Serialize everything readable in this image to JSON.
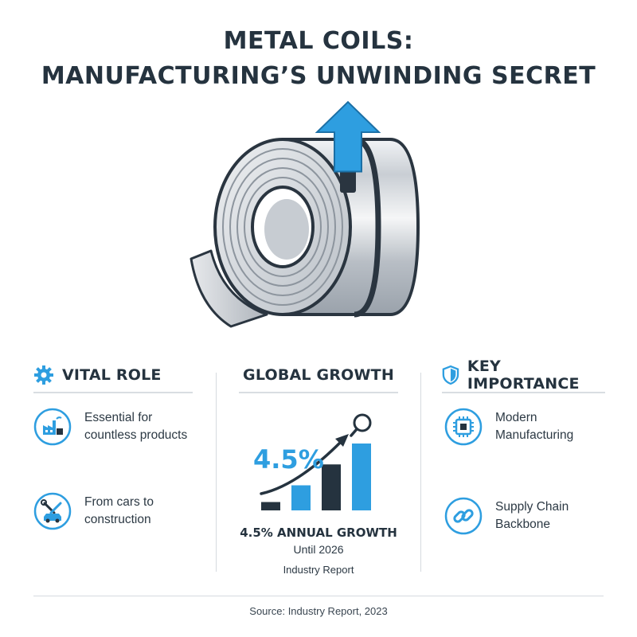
{
  "title": {
    "line1": "METAL COILS:",
    "line2": "MANUFACTURING’S UNWINDING SECRET"
  },
  "hero": {
    "icon": "steel-coil-with-up-arrow",
    "accent": "#2e9ee0"
  },
  "left": {
    "heading": "VITAL ROLE",
    "heading_icon": "gear-icon",
    "items": [
      {
        "icon": "factory-icon",
        "text_line1": "Essential for",
        "text_line2": "countless products"
      },
      {
        "icon": "tools-car-icon",
        "text_line1": "From cars to",
        "text_line2": "construction"
      }
    ]
  },
  "middle": {
    "heading": "GLOBAL GROWTH",
    "big_value": "4.5%",
    "caption_line1": "4.5% ANNUAL GROWTH",
    "caption_line2": "Until 2026",
    "caption_line3": "Industry Report",
    "chart_data": {
      "type": "bar",
      "categories": [
        "",
        "",
        "",
        ""
      ],
      "values": [
        1,
        3,
        5.5,
        8
      ],
      "colors": [
        "#25333f",
        "#2e9ee0",
        "#25333f",
        "#2e9ee0"
      ],
      "ylim": [
        0,
        10
      ],
      "trend": "up",
      "annotation": "4.5%"
    }
  },
  "right": {
    "heading": "KEY IMPORTANCE",
    "heading_icon": "shield-icon",
    "items": [
      {
        "icon": "chip-icon",
        "text_line1": "Modern",
        "text_line2": "Manufacturing"
      },
      {
        "icon": "chain-link-icon",
        "text_line1": "Supply Chain",
        "text_line2": "Backbone"
      }
    ]
  },
  "footer": {
    "source": "Source: Industry Report, 2023"
  },
  "colors": {
    "accent": "#2e9ee0",
    "dark": "#25333f",
    "rule": "#d6dadf"
  }
}
